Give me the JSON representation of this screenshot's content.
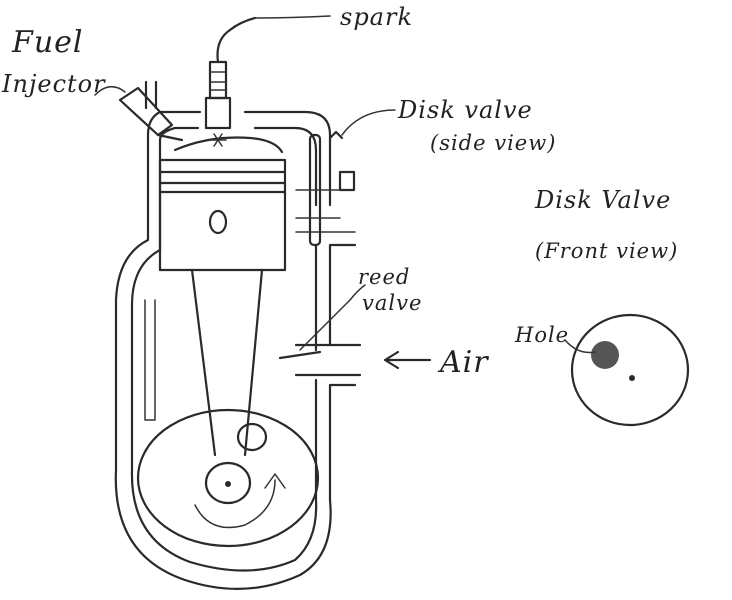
{
  "labels": {
    "spark": "spark",
    "fuel": "Fuel",
    "injector": "Injector",
    "disk_valve_side": "Disk valve",
    "disk_valve_side_sub": "(side view)",
    "disk_valve_front": "Disk Valve",
    "disk_valve_front_sub": "(Front view)",
    "reed": "reed",
    "valve": "valve",
    "air": "Air",
    "hole": "Hole"
  },
  "colors": {
    "ink": "#2a2a2a",
    "paper": "#ffffff",
    "hole_fill": "#555555"
  }
}
